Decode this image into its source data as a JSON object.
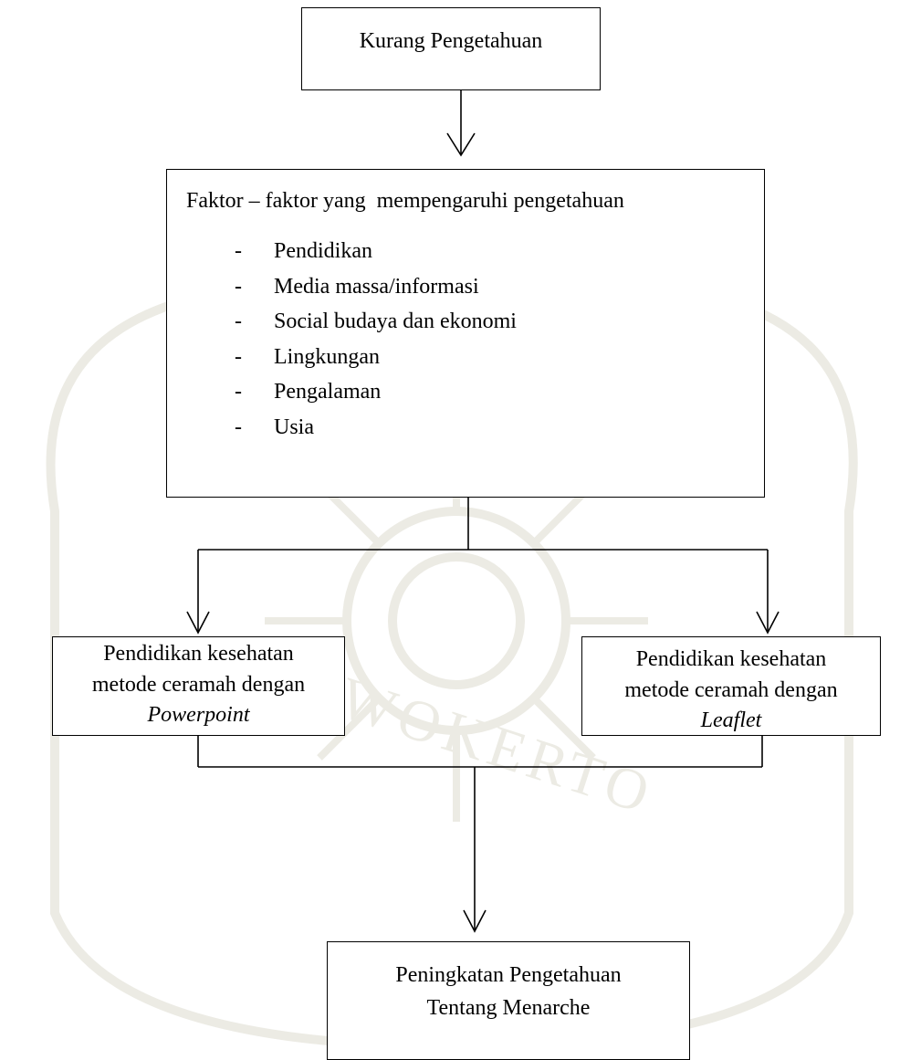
{
  "nodes": {
    "problem": "Kurang Pengetahuan",
    "factors": {
      "title": "Faktor – faktor yang  mempengaruhi pengetahuan",
      "items": [
        "Pendidikan",
        "Media massa/informasi",
        "Social budaya dan ekonomi",
        "Lingkungan",
        "Pengalaman",
        "Usia"
      ],
      "bullet": "-"
    },
    "method_powerpoint": {
      "line1": "Pendidikan kesehatan",
      "line2": "metode ceramah dengan",
      "line3": "Powerpoint"
    },
    "method_leaflet": {
      "line1": "Pendidikan kesehatan",
      "line2": "metode ceramah dengan",
      "line3": "Leaflet"
    },
    "outcome": {
      "line1": "Peningkatan Pengetahuan",
      "line2": "Tentang Menarche"
    }
  },
  "watermark": {
    "text": "PURWOKERTO",
    "color": "#ecebe4"
  }
}
